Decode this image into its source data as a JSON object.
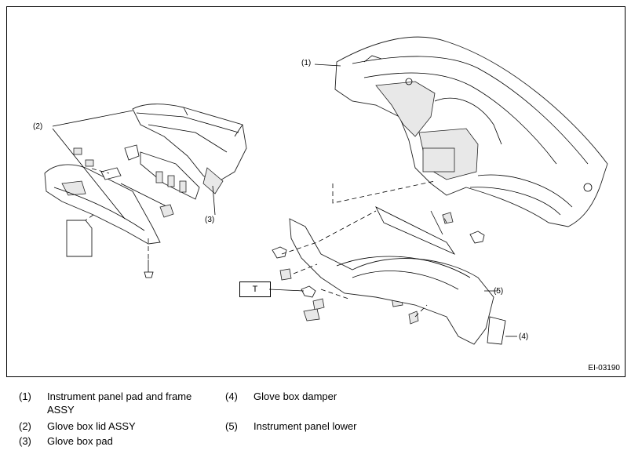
{
  "figure": {
    "code": "EI-03190",
    "tool_box_label": "T",
    "callouts": [
      "(1)",
      "(2)",
      "(3)",
      "(4)",
      "(5)"
    ]
  },
  "legend": [
    {
      "num": "(1)",
      "text": "Instrument panel pad and frame ASSY"
    },
    {
      "num": "(2)",
      "text": "Glove box lid ASSY"
    },
    {
      "num": "(3)",
      "text": "Glove box pad"
    },
    {
      "num": "(4)",
      "text": "Glove box damper"
    },
    {
      "num": "(5)",
      "text": "Instrument panel lower"
    }
  ]
}
